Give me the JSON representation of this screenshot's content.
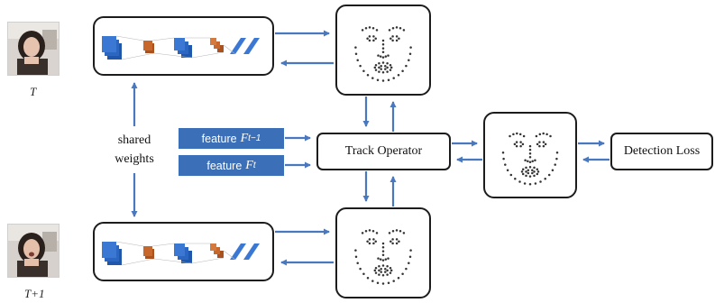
{
  "frames": {
    "top_label": "T",
    "bottom_label": "T+1"
  },
  "shared_weights": {
    "line1": "shared",
    "line2": "weights"
  },
  "features": {
    "prev_prefix": "feature",
    "prev_symbol": "F",
    "prev_subscript": "t−1",
    "curr_prefix": "feature",
    "curr_symbol": "F",
    "curr_subscript": "t"
  },
  "track_operator": {
    "label": "Track Operator"
  },
  "detection_loss": {
    "label": "Detection Loss"
  },
  "colors": {
    "arrow": "#4a78bf",
    "feature_box": "#3b6fb7",
    "cnn_block_blue": "#2f6fc9",
    "cnn_block_orange": "#c8672c",
    "landmark_dot": "#333333"
  },
  "icons": [
    "person-photo-icon",
    "cnn-network-icon",
    "face-landmark-icon"
  ]
}
